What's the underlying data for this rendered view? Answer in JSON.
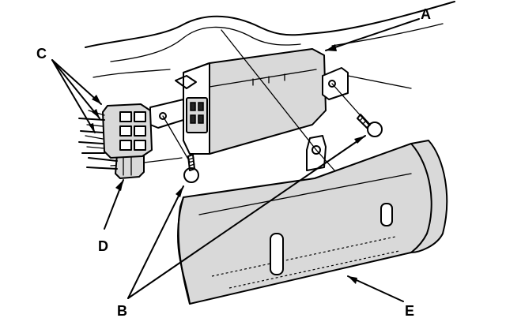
{
  "callouts": {
    "a": "A",
    "b": "B",
    "c": "C",
    "d": "D",
    "e": "E"
  },
  "colors": {
    "ink": "#000000",
    "panel_fill": "#d9d9d9",
    "background": "#ffffff"
  }
}
